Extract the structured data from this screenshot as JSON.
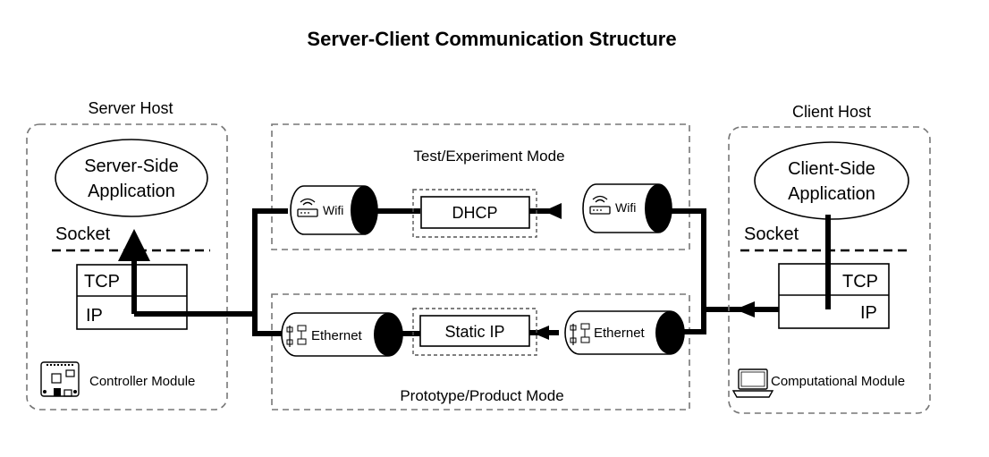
{
  "title": "Server-Client Communication Structure",
  "server": {
    "host_label": "Server Host",
    "application_line1": "Server-Side",
    "application_line2": "Application",
    "socket_label": "Socket",
    "tcp_label": "TCP",
    "ip_label": "IP",
    "module_label": "Controller Module"
  },
  "client": {
    "host_label": "Client Host",
    "application_line1": "Client-Side",
    "application_line2": "Application",
    "socket_label": "Socket",
    "tcp_label": "TCP",
    "ip_label": "IP",
    "module_label": "Computational Module"
  },
  "test_mode": {
    "label": "Test/Experiment Mode",
    "left_node": "Wifi",
    "right_node": "Wifi",
    "center_box": "DHCP"
  },
  "product_mode": {
    "label": "Prototype/Product Mode",
    "left_node": "Ethernet",
    "right_node": "Ethernet",
    "center_box": "Static IP"
  }
}
